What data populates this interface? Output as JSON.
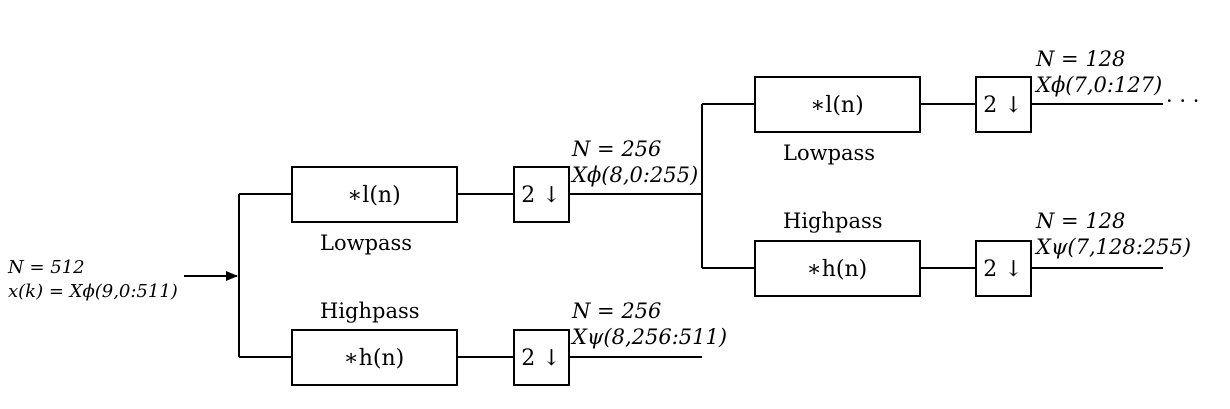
{
  "input": {
    "n": "N = 512",
    "signal": "x(k) = Xϕ(9,0:511)"
  },
  "stage1": {
    "lowpass_filter": "∗l(n)",
    "highpass_filter": "∗h(n)",
    "lowpass_label": "Lowpass",
    "highpass_label": "Highpass",
    "downsample_low": "2 ↓",
    "downsample_high": "2 ↓",
    "approx_n": "N = 256",
    "approx_signal": "Xϕ(8,0:255)",
    "detail_n": "N = 256",
    "detail_signal": "Xψ(8,256:511)"
  },
  "stage2": {
    "lowpass_filter": "∗l(n)",
    "highpass_filter": "∗h(n)",
    "lowpass_label": "Lowpass",
    "highpass_label": "Highpass",
    "downsample_low": "2 ↓",
    "downsample_high": "2 ↓",
    "approx_n": "N = 128",
    "approx_signal": "Xϕ(7,0:127)",
    "detail_n": "N = 128",
    "detail_signal": "Xψ(7,128:255)",
    "continuation": "· · ·"
  }
}
